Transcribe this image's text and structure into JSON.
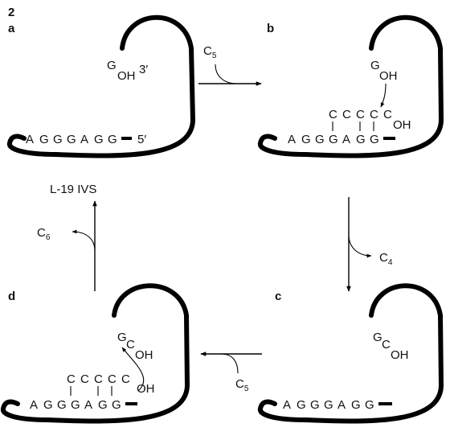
{
  "figure_number": "2",
  "panels": {
    "a": {
      "label": "a",
      "g": "G",
      "oh": "OH",
      "three_prime": "3′",
      "five_prime": "5′",
      "seq": [
        "A",
        "G",
        "G",
        "G",
        "A",
        "G",
        "G"
      ],
      "caption": "L-19 IVS"
    },
    "b": {
      "label": "b",
      "g": "G",
      "oh": "OH",
      "seq": [
        "A",
        "G",
        "G",
        "G",
        "A",
        "G",
        "G"
      ],
      "c_row": [
        "C",
        "C",
        "C",
        "C",
        "C"
      ],
      "c_oh": "OH"
    },
    "c": {
      "label": "c",
      "g": "G",
      "c": "C",
      "oh": "OH",
      "seq": [
        "A",
        "G",
        "G",
        "G",
        "A",
        "G",
        "G"
      ]
    },
    "d": {
      "label": "d",
      "g": "G",
      "c": "C",
      "oh": "OH",
      "seq": [
        "A",
        "G",
        "G",
        "G",
        "A",
        "G",
        "G"
      ],
      "c_row": [
        "C",
        "C",
        "C",
        "C",
        "C"
      ],
      "c_oh": "OH"
    }
  },
  "steps": {
    "a_to_b": {
      "base": "C",
      "sub": "5"
    },
    "b_to_c": {
      "base": "C",
      "sub": "4"
    },
    "c_to_d": {
      "base": "C",
      "sub": "5"
    },
    "d_to_a": {
      "base": "C",
      "sub": "6"
    }
  }
}
